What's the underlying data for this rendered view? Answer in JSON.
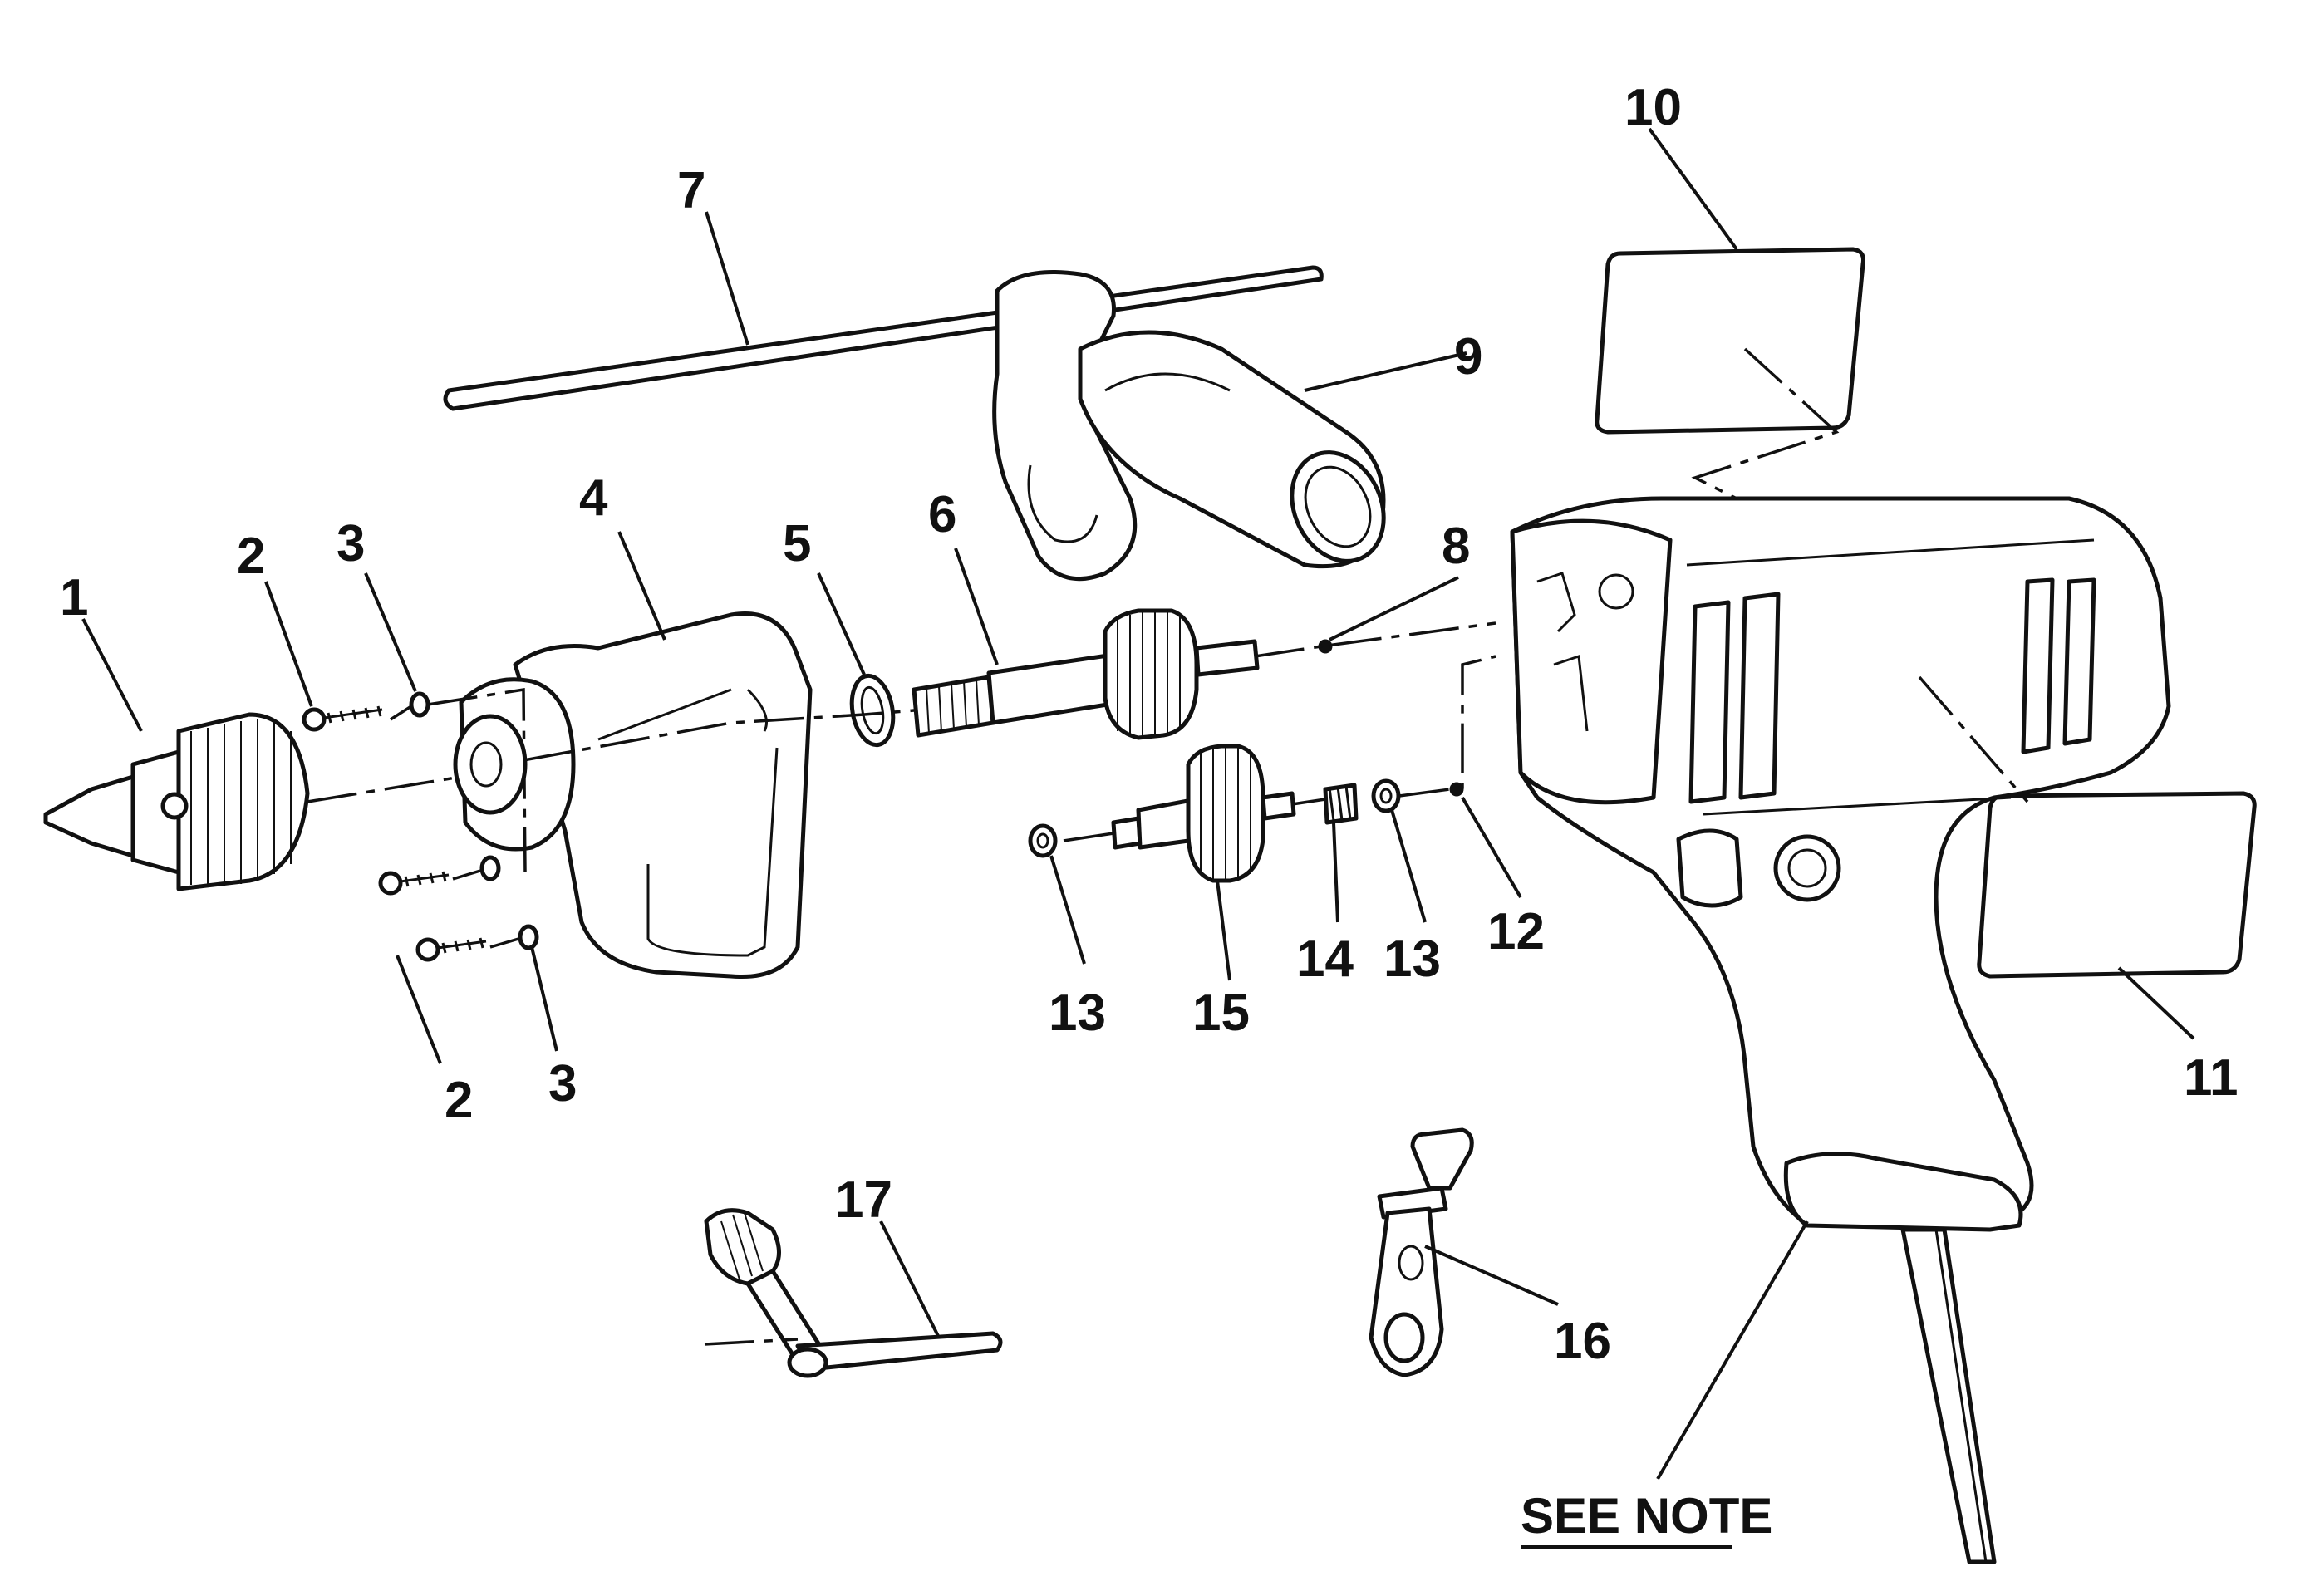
{
  "diagram": {
    "labels": [
      {
        "id": "p1",
        "text": "1"
      },
      {
        "id": "p2a",
        "text": "2"
      },
      {
        "id": "p3a",
        "text": "3"
      },
      {
        "id": "p4",
        "text": "4"
      },
      {
        "id": "p5",
        "text": "5"
      },
      {
        "id": "p6",
        "text": "6"
      },
      {
        "id": "p7",
        "text": "7"
      },
      {
        "id": "p8",
        "text": "8"
      },
      {
        "id": "p9",
        "text": "9"
      },
      {
        "id": "p10",
        "text": "10"
      },
      {
        "id": "p11",
        "text": "11"
      },
      {
        "id": "p12",
        "text": "12"
      },
      {
        "id": "p13a",
        "text": "13"
      },
      {
        "id": "p13b",
        "text": "13"
      },
      {
        "id": "p14",
        "text": "14"
      },
      {
        "id": "p15",
        "text": "15"
      },
      {
        "id": "p16",
        "text": "16"
      },
      {
        "id": "p17",
        "text": "17"
      },
      {
        "id": "p2b",
        "text": "2"
      },
      {
        "id": "p3b",
        "text": "3"
      }
    ],
    "note": "SEE NOTE"
  }
}
